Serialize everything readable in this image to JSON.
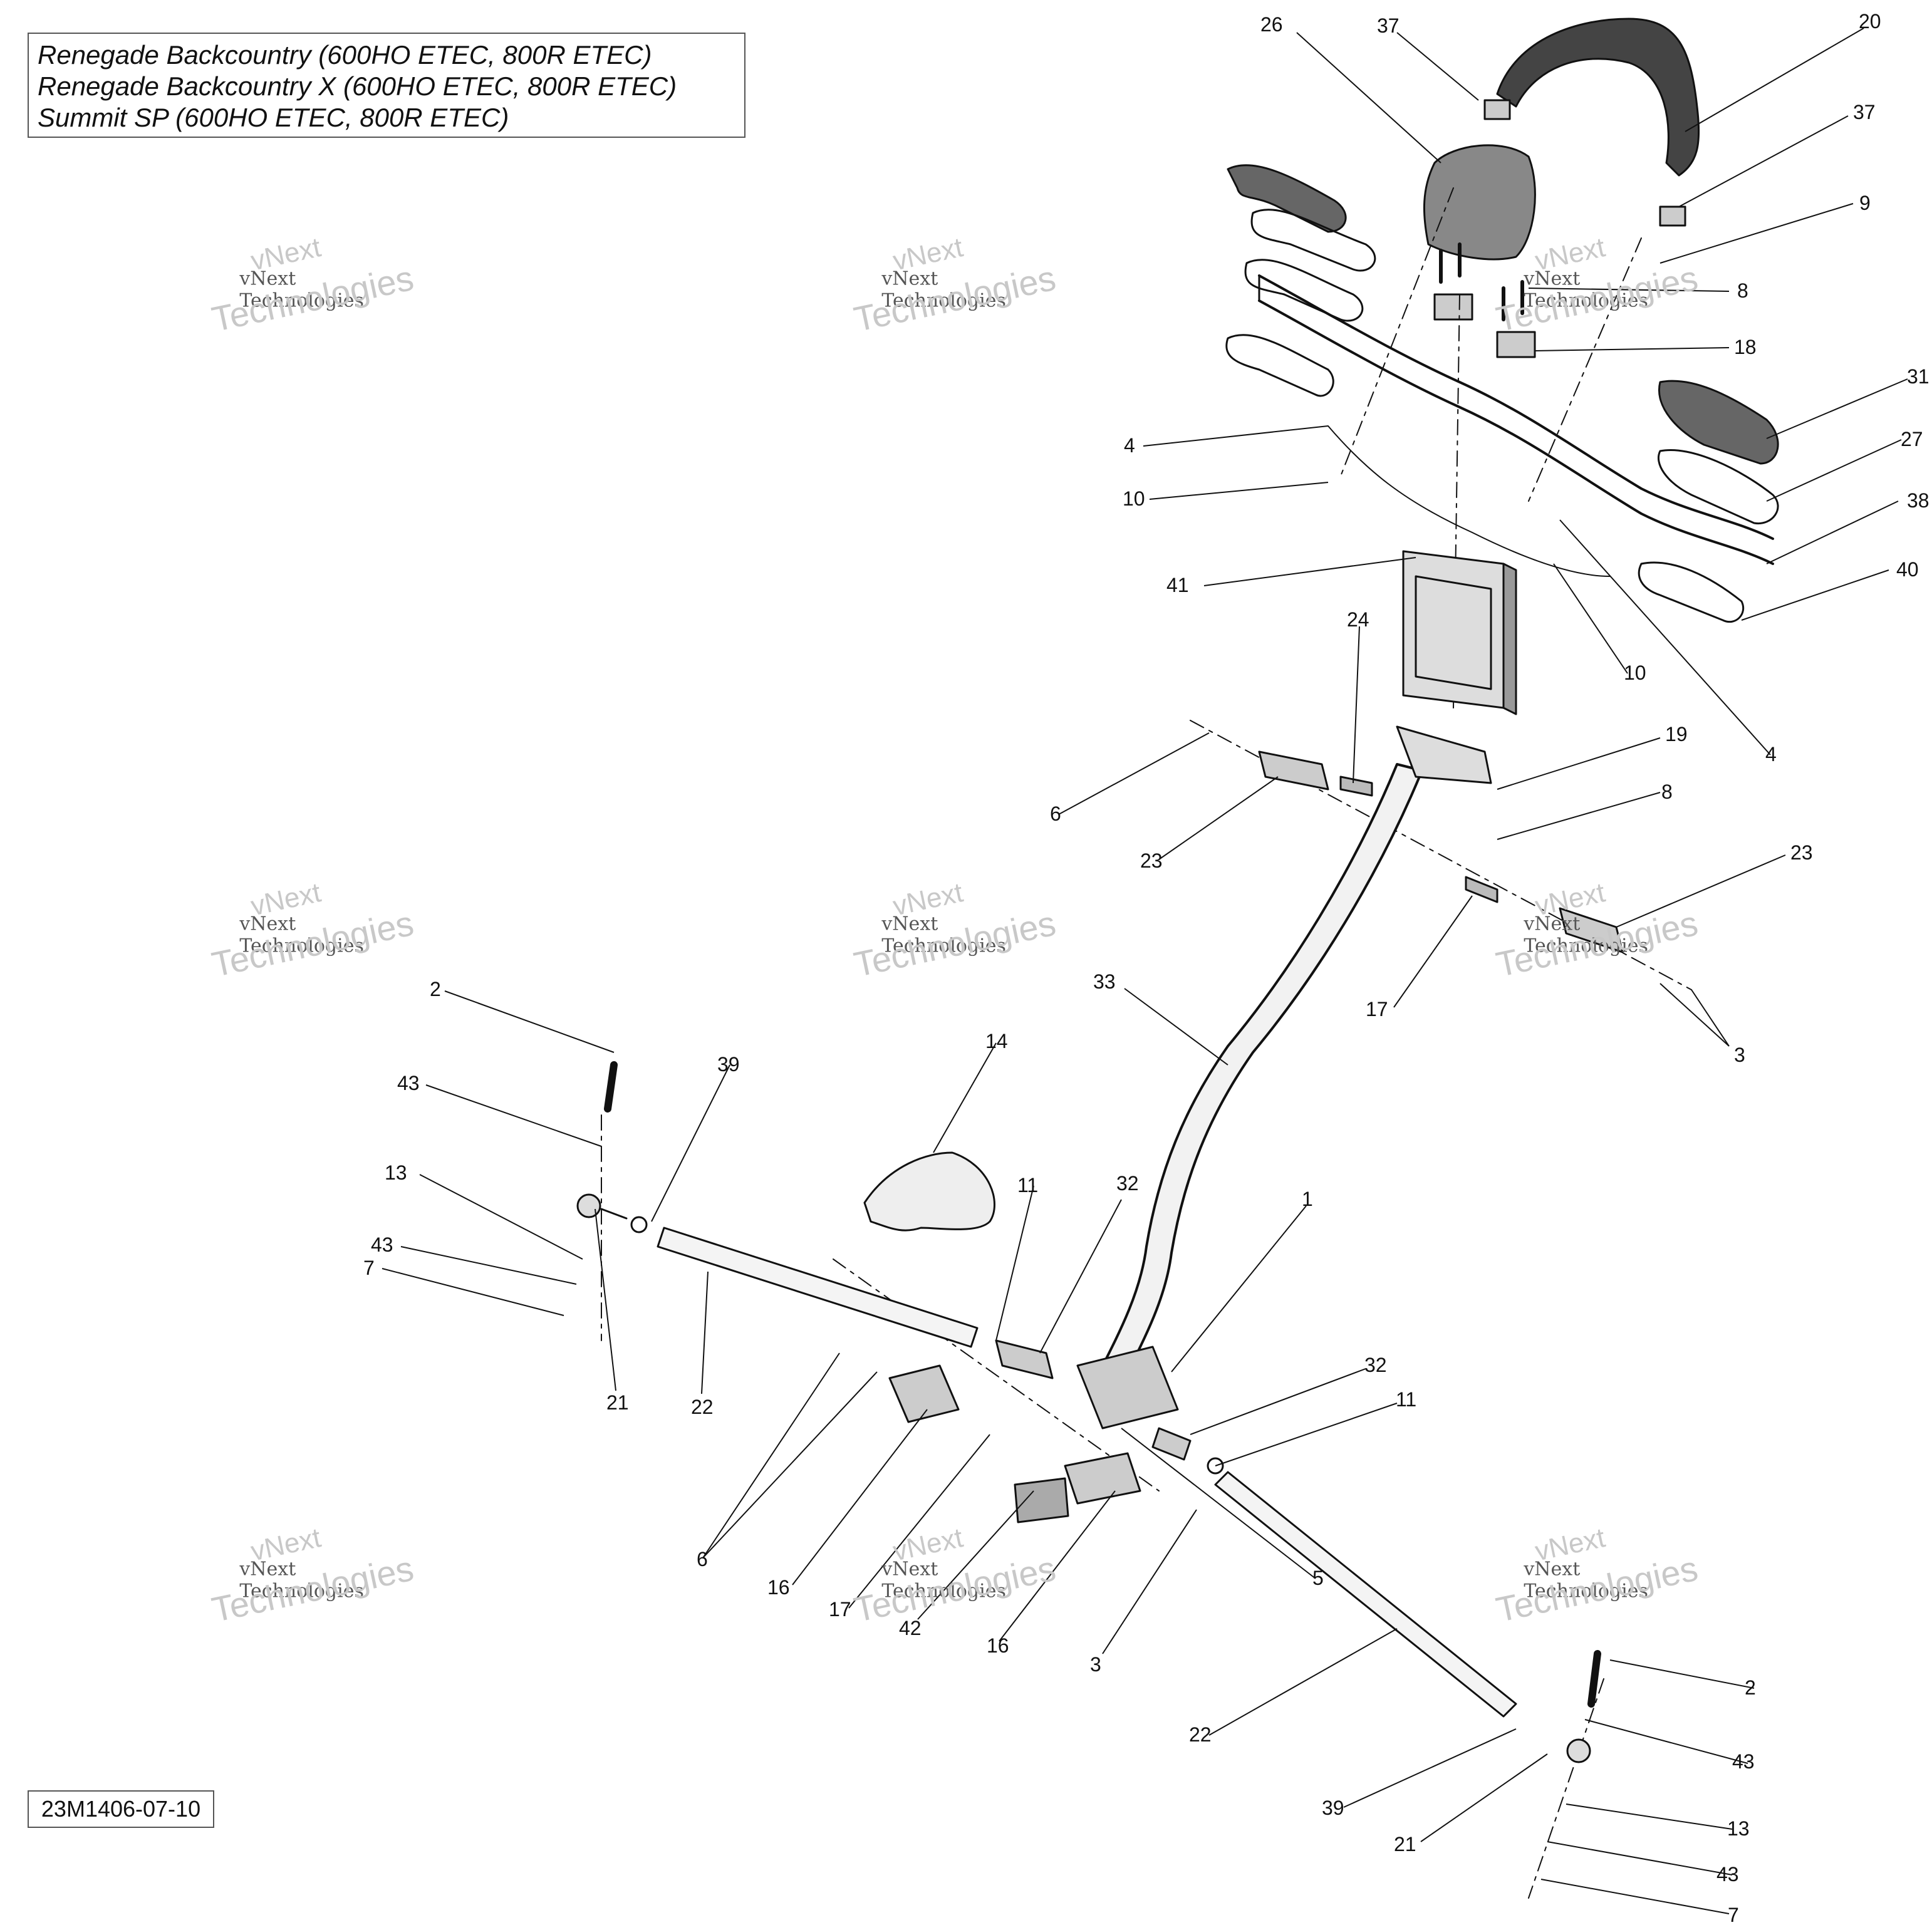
{
  "title_lines": [
    "Renegade Backcountry (600HO ETEC, 800R ETEC)",
    "Renegade Backcountry X (600HO ETEC, 800R ETEC)",
    "Summit SP (600HO ETEC, 800R ETEC)"
  ],
  "diagram_code": "23M1406-07-10",
  "watermark": {
    "line1": "vNext",
    "line2": "vNext Technologies",
    "line3": "Technologies"
  },
  "callouts": {
    "c26": "26",
    "c37a": "37",
    "c20": "20",
    "c37b": "37",
    "c9": "9",
    "c8a": "8",
    "c18": "18",
    "c31": "31",
    "c27": "27",
    "c38": "38",
    "c40": "40",
    "c4a": "4",
    "c10a": "10",
    "c41": "41",
    "c10b": "10",
    "c4b": "4",
    "c24": "24",
    "c19": "19",
    "c6a": "6",
    "c8b": "8",
    "c23a": "23",
    "c23b": "23",
    "c17a": "17",
    "c3a": "3",
    "c33": "33",
    "c2a": "2",
    "c43a": "43",
    "c39a": "39",
    "c14": "14",
    "c13a": "13",
    "c11a": "11",
    "c32a": "32",
    "c43b": "43",
    "c7a": "7",
    "c1": "1",
    "c21a": "21",
    "c22a": "22",
    "c32b": "32",
    "c11b": "11",
    "c6b": "6",
    "c16a": "16",
    "c17b": "17",
    "c42": "42",
    "c16b": "16",
    "c3b": "3",
    "c5": "5",
    "c2b": "2",
    "c22b": "22",
    "c43c": "43",
    "c13b": "13",
    "c39b": "39",
    "c21b": "21",
    "c43d": "43",
    "c7b": "7"
  }
}
